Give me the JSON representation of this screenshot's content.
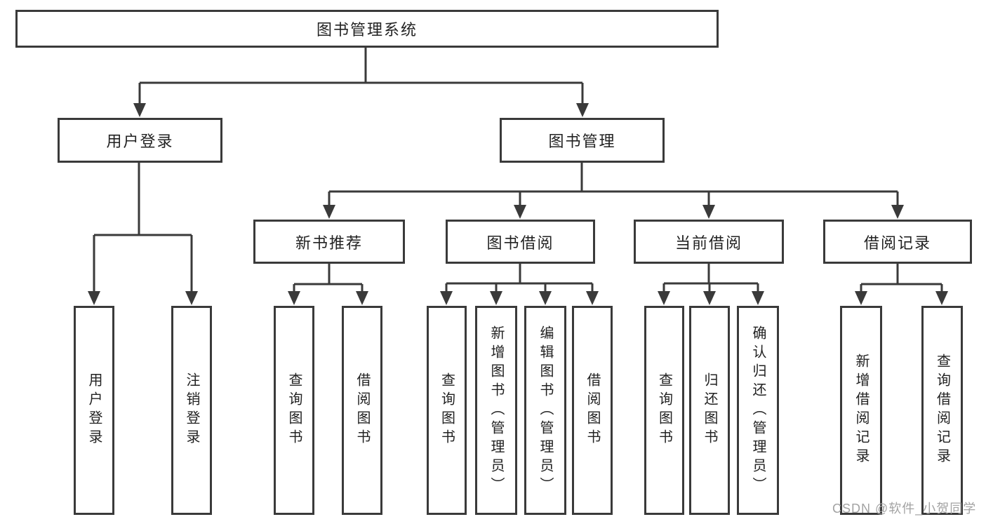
{
  "diagram_title": "图书管理系统",
  "colors": {
    "line": "#3a3a3a",
    "box_border": "#3a3a3a",
    "text": "#222222",
    "watermark": "#a3a3a3",
    "background": "#ffffff"
  },
  "tree": {
    "label": "图书管理系统",
    "children": [
      {
        "label": "用户登录",
        "children": [
          {
            "label": "用户登录"
          },
          {
            "label": "注销登录"
          }
        ]
      },
      {
        "label": "图书管理",
        "children": [
          {
            "label": "新书推荐",
            "children": [
              {
                "label": "查询图书"
              },
              {
                "label": "借阅图书"
              }
            ]
          },
          {
            "label": "图书借阅",
            "children": [
              {
                "label": "查询图书"
              },
              {
                "label": "新增图书（管理员）"
              },
              {
                "label": "编辑图书（管理员）"
              },
              {
                "label": "借阅图书"
              }
            ]
          },
          {
            "label": "当前借阅",
            "children": [
              {
                "label": "查询图书"
              },
              {
                "label": "归还图书"
              },
              {
                "label": "确认归还（管理员）"
              }
            ]
          },
          {
            "label": "借阅记录",
            "children": [
              {
                "label": "新增借阅记录"
              },
              {
                "label": "查询借阅记录"
              }
            ]
          }
        ]
      }
    ]
  },
  "watermark": {
    "text": "CSDN @软件_小贺同学"
  }
}
